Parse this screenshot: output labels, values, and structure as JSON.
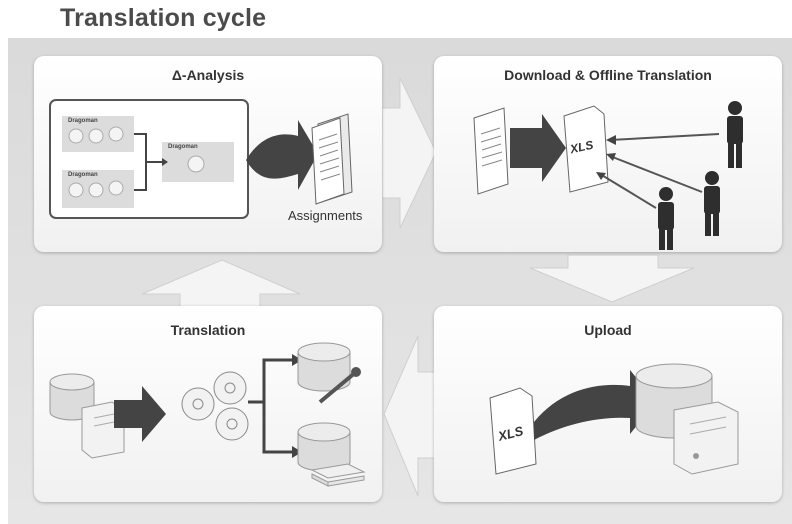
{
  "page": {
    "title": "Translation cycle"
  },
  "panels": {
    "analysis": {
      "title": "Δ-Analysis",
      "boxes": [
        {
          "label": "Dragoman"
        },
        {
          "label": "Dragoman"
        },
        {
          "label": "Dragoman"
        }
      ],
      "output_label": "Assignments"
    },
    "offline": {
      "title": "Download & Offline Translation",
      "file_label": "XLS"
    },
    "translation": {
      "title": "Translation"
    },
    "upload": {
      "title": "Upload",
      "file_label": "XLS"
    }
  },
  "colors": {
    "background": "#e2e2e2",
    "panel": "#f5f5f5",
    "arrow": "#444444",
    "person": "#2e2e2e"
  },
  "icons": [
    "document-icon",
    "xls-file-icon",
    "person-icon",
    "database-icon",
    "server-icon",
    "gears-icon",
    "wrench-icon",
    "disk-stack-icon",
    "cube-icon"
  ]
}
